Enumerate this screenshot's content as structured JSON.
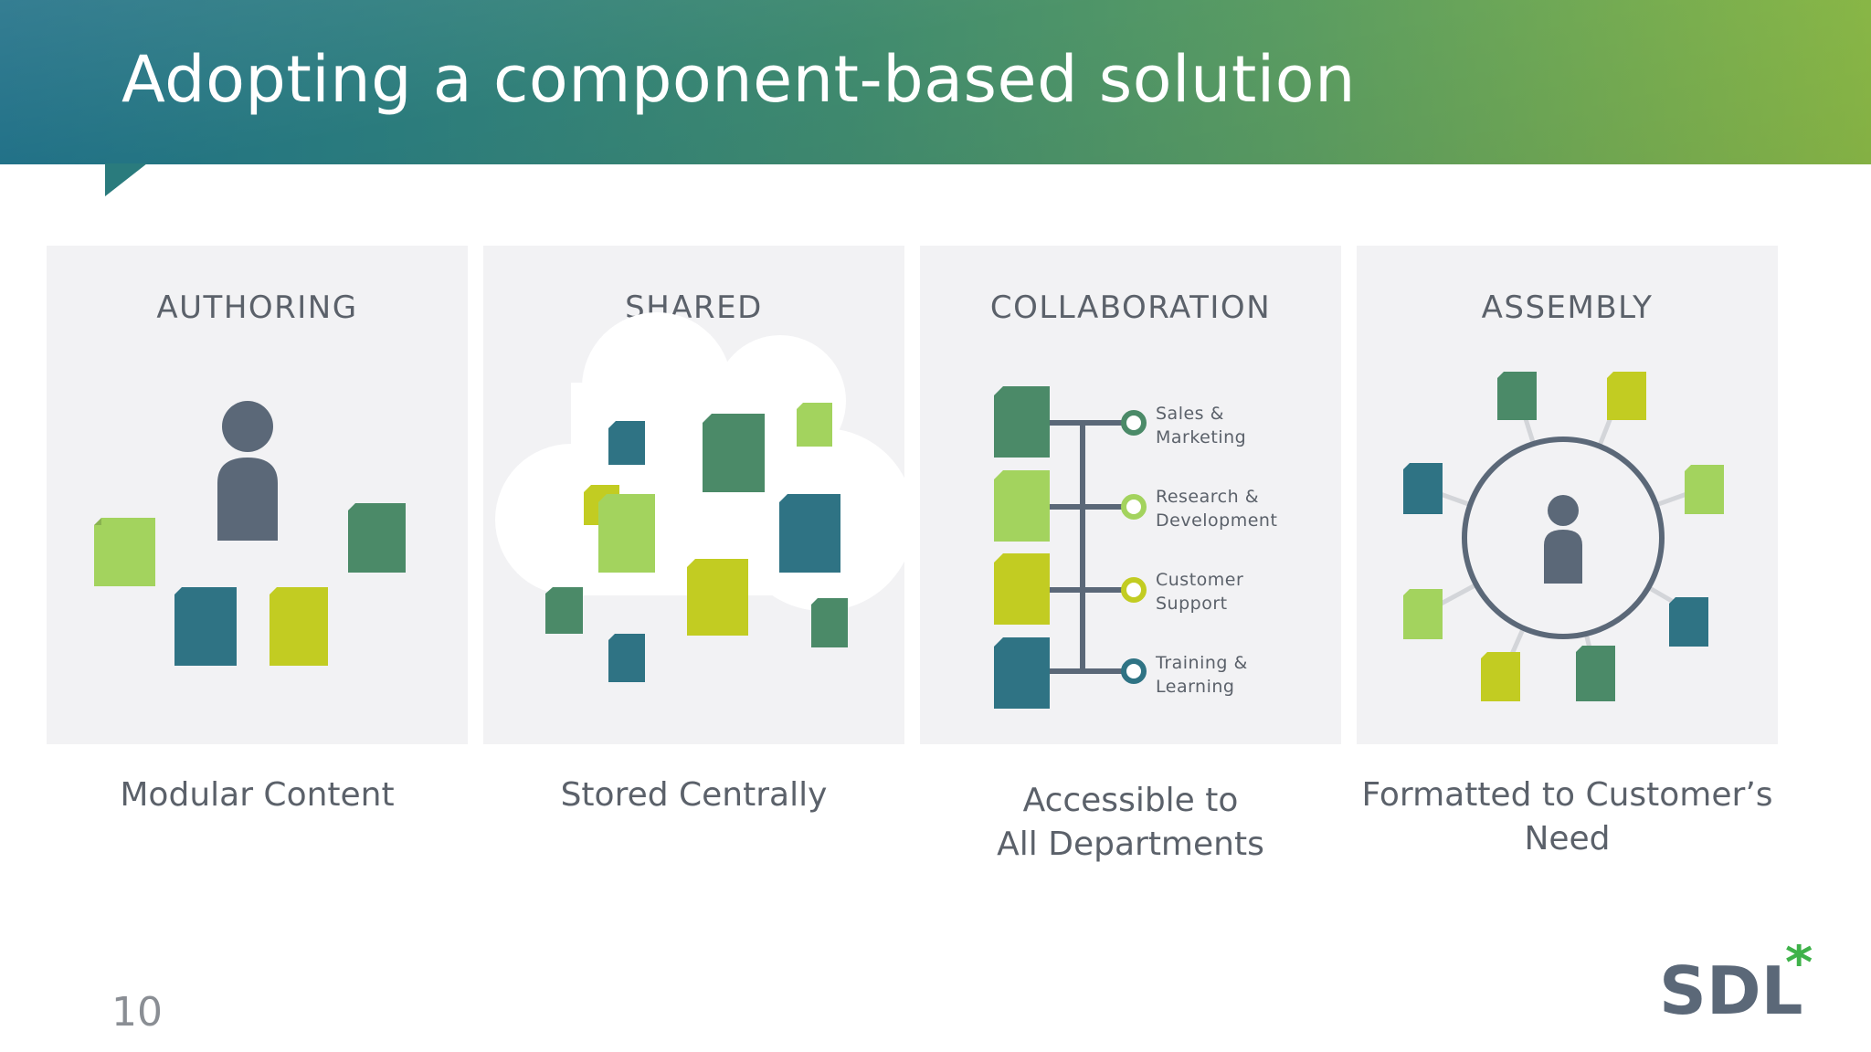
{
  "slide": {
    "title": "Adopting a component-based solution",
    "page_number": "10"
  },
  "colors": {
    "dark_green": "#4b8a68",
    "teal": "#2f7384",
    "light_green": "#a3d35e",
    "lime": "#c2cc22",
    "slate": "#5b6878"
  },
  "panels": [
    {
      "heading": "AUTHORING",
      "caption": "Modular Content"
    },
    {
      "heading": "SHARED",
      "caption": "Stored Centrally"
    },
    {
      "heading": "COLLABORATION",
      "caption_line1": "Accessible to",
      "caption_line2": "All Departments",
      "departments": [
        {
          "line1": "Sales &",
          "line2": "Marketing"
        },
        {
          "line1": "Research &",
          "line2": "Development"
        },
        {
          "line1": "Customer",
          "line2": "Support"
        },
        {
          "line1": "Training &",
          "line2": "Learning"
        }
      ]
    },
    {
      "heading": "ASSEMBLY",
      "caption_line1": "Formatted to Customer’s",
      "caption_line2": "Need"
    }
  ],
  "logo": {
    "text": "SDL",
    "mark": "*"
  },
  "icons": [
    "person-icon",
    "document-icon",
    "cloud-icon",
    "hub-icon"
  ]
}
